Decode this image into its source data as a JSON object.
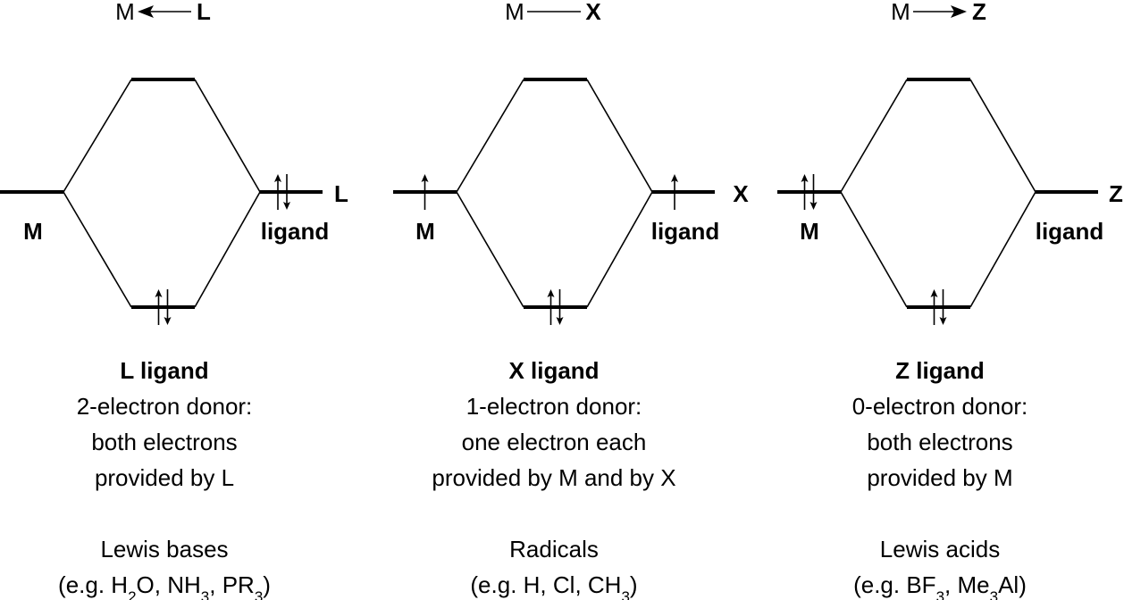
{
  "panels": [
    {
      "id": "L",
      "color": "#ff0000",
      "bond": {
        "metal": "M",
        "ligand": "L",
        "type": "arrow-to-metal"
      },
      "metal_label": "M",
      "ligand_label": "ligand",
      "ligand_symbol": "L",
      "metal_electrons": 0,
      "ligand_electrons": 2,
      "bonding_electrons": 2,
      "title": "L ligand",
      "desc": [
        "2-electron donor:",
        "both electrons",
        "provided by L"
      ],
      "class_name": "Lewis bases",
      "examples": {
        "prefix": "(e.g. ",
        "parts": [
          [
            "H",
            "2",
            "O"
          ],
          [
            "NH",
            "3",
            ""
          ],
          [
            "PR",
            "3",
            ""
          ]
        ],
        "suffix": ")"
      }
    },
    {
      "id": "X",
      "color": "#0000ff",
      "bond": {
        "metal": "M",
        "ligand": "X",
        "type": "line"
      },
      "metal_label": "M",
      "ligand_label": "ligand",
      "ligand_symbol": "X",
      "metal_electrons": 1,
      "ligand_electrons": 1,
      "bonding_electrons": 2,
      "title": "X ligand",
      "desc": [
        "1-electron donor:",
        "one electron each",
        "provided by M and by X"
      ],
      "class_name": "Radicals",
      "examples": {
        "prefix": "(e.g. ",
        "parts": [
          [
            "H",
            "",
            ""
          ],
          [
            "Cl",
            "",
            ""
          ],
          [
            "CH",
            "3",
            ""
          ]
        ],
        "suffix": ")"
      }
    },
    {
      "id": "Z",
      "color": "#ff00ff",
      "bond": {
        "metal": "M",
        "ligand": "Z",
        "type": "arrow-from-metal"
      },
      "metal_label": "M",
      "ligand_label": "ligand",
      "ligand_symbol": "Z",
      "metal_electrons": 2,
      "ligand_electrons": 0,
      "bonding_electrons": 2,
      "title": "Z ligand",
      "desc": [
        "0-electron donor:",
        "both electrons",
        "provided by M"
      ],
      "class_name": "Lewis acids",
      "examples": {
        "prefix": "(e.g. ",
        "parts": [
          [
            "BF",
            "3",
            ""
          ],
          [
            "Me",
            "3",
            "Al"
          ]
        ],
        "suffix": ")"
      }
    }
  ]
}
